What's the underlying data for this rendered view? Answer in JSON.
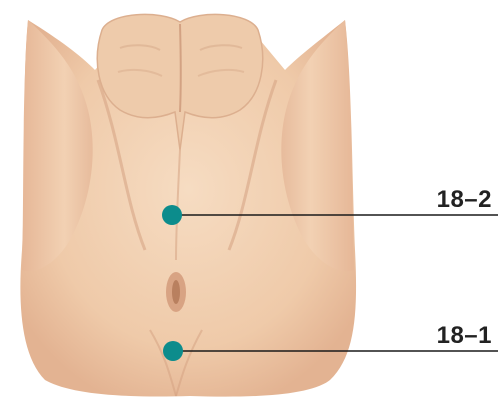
{
  "colors": {
    "skin": "#f0cfb0",
    "skin_shadow": "#d9a98a",
    "skin_highlight": "#f7dfc6",
    "point_marker": "#0c8c8c",
    "leader_line": "#1a1a1a"
  },
  "points": [
    {
      "id": "upper",
      "label": "18–2"
    },
    {
      "id": "lower",
      "label": "18–1"
    }
  ]
}
